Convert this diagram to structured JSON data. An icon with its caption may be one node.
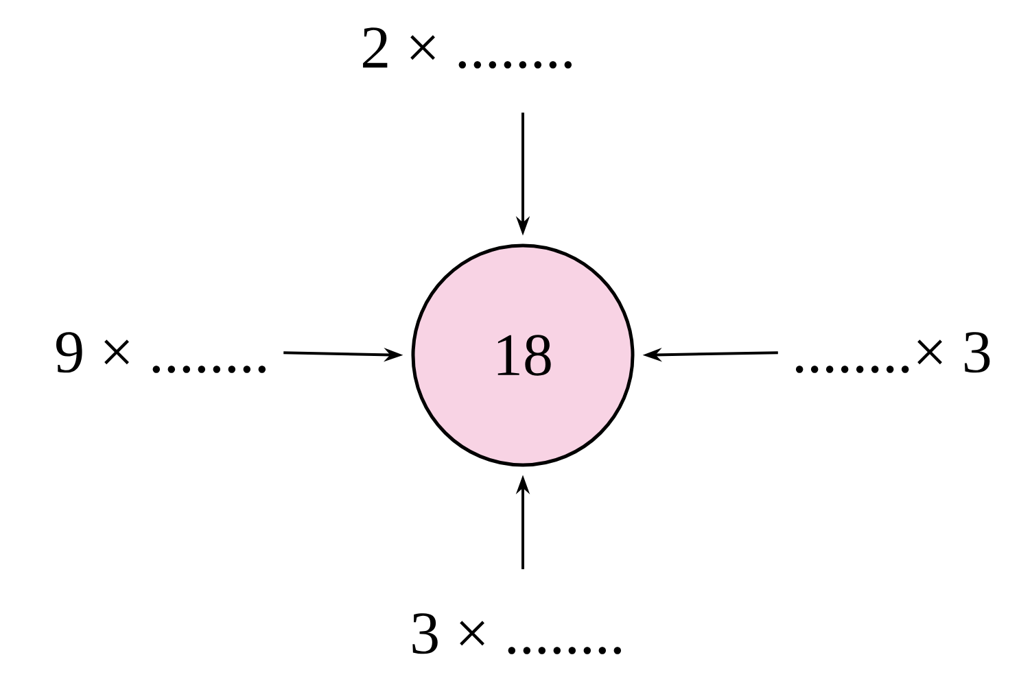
{
  "diagram": {
    "nodes": [
      {
        "text": [
          "18"
        ]
      },
      {
        "text": [
          "2 × ........"
        ]
      },
      {
        "text": [
          "9 × ........"
        ]
      },
      {
        "text": [
          "........× 3"
        ]
      },
      {
        "text": [
          "3 × ........"
        ]
      }
    ],
    "edges": [
      {
        "from": 1,
        "to": 0,
        "arrow": "to"
      },
      {
        "from": 2,
        "to": 0,
        "arrow": "to"
      },
      {
        "from": 3,
        "to": 0,
        "arrow": "to"
      },
      {
        "from": 4,
        "to": 0,
        "arrow": "to"
      }
    ]
  }
}
